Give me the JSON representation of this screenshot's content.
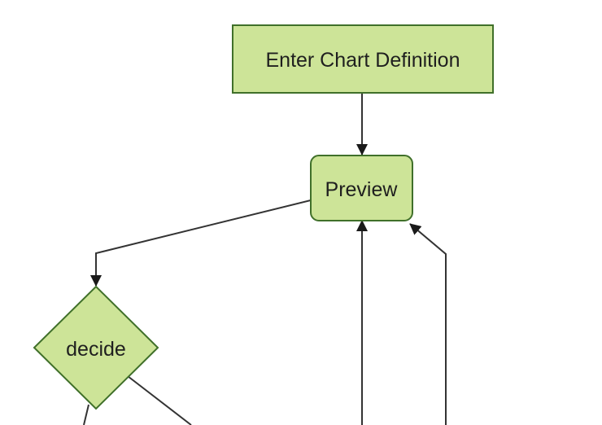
{
  "diagram": {
    "type": "flowchart",
    "background": "#ffffff",
    "colors": {
      "node_fill": "#cde498",
      "node_border": "#40702a",
      "edge_line": "#333333",
      "arrowhead": "#1a1a1a",
      "label_text": "#1f1f1f"
    },
    "nodes": {
      "enter": {
        "label": "Enter Chart Definition",
        "shape": "rectangle"
      },
      "preview": {
        "label": "Preview",
        "shape": "rounded-rectangle"
      },
      "decide": {
        "label": "decide",
        "shape": "diamond"
      }
    },
    "edges": [
      {
        "from": "Enter Chart Definition",
        "to": "Preview",
        "arrow": true
      },
      {
        "from": "Preview",
        "to": "decide",
        "arrow": true
      },
      {
        "from": "offscreen-bottom",
        "to": "Preview",
        "arrow": true
      },
      {
        "from": "offscreen-bottom-right",
        "to": "Preview",
        "arrow": true
      },
      {
        "from": "decide",
        "to": "offscreen-bottom-left",
        "arrow": false
      },
      {
        "from": "decide",
        "to": "offscreen-bottom-right",
        "arrow": false
      }
    ]
  }
}
